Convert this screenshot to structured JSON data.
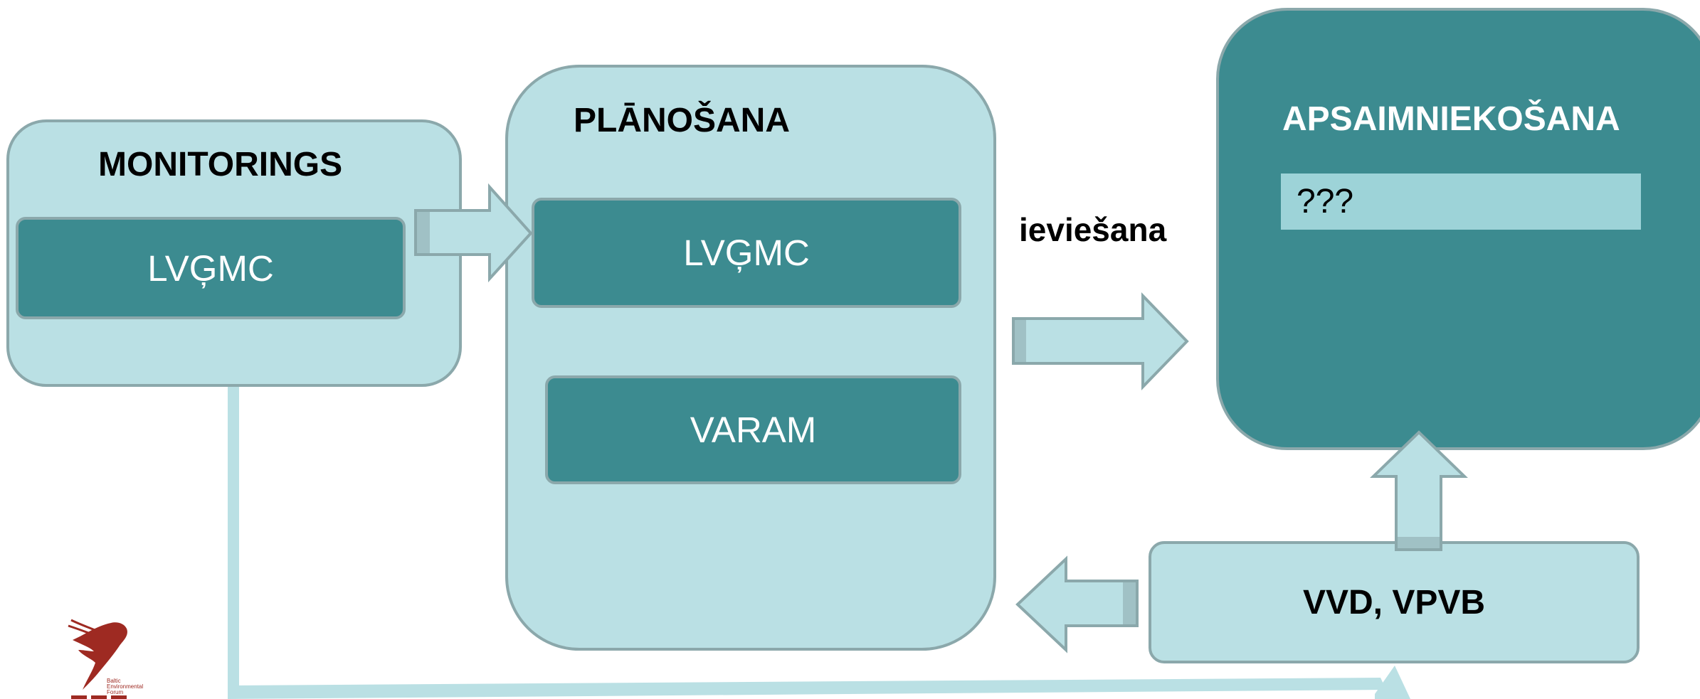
{
  "diagram": {
    "monitorings": {
      "title": "MONITORINGS",
      "inner": "LVĢMC"
    },
    "planosana": {
      "title": "PLĀNOŠANA",
      "inner_top": "LVĢMC",
      "inner_bottom": "VARAM"
    },
    "apsaimniekosana": {
      "title": "APSAIMNIEKOŠANA",
      "placeholder_item": "???"
    },
    "vvd": {
      "title": "VVD, VPVB"
    },
    "ieviesana_label": "ieviešana"
  },
  "colors": {
    "light_box": "#bae0e4",
    "dark_box": "#3c8b90",
    "border": "#8ba8ab",
    "logo_red": "#9e2a22"
  },
  "logo": {
    "line1": "Baltic",
    "line2": "Environmental",
    "line3": "Forum"
  }
}
